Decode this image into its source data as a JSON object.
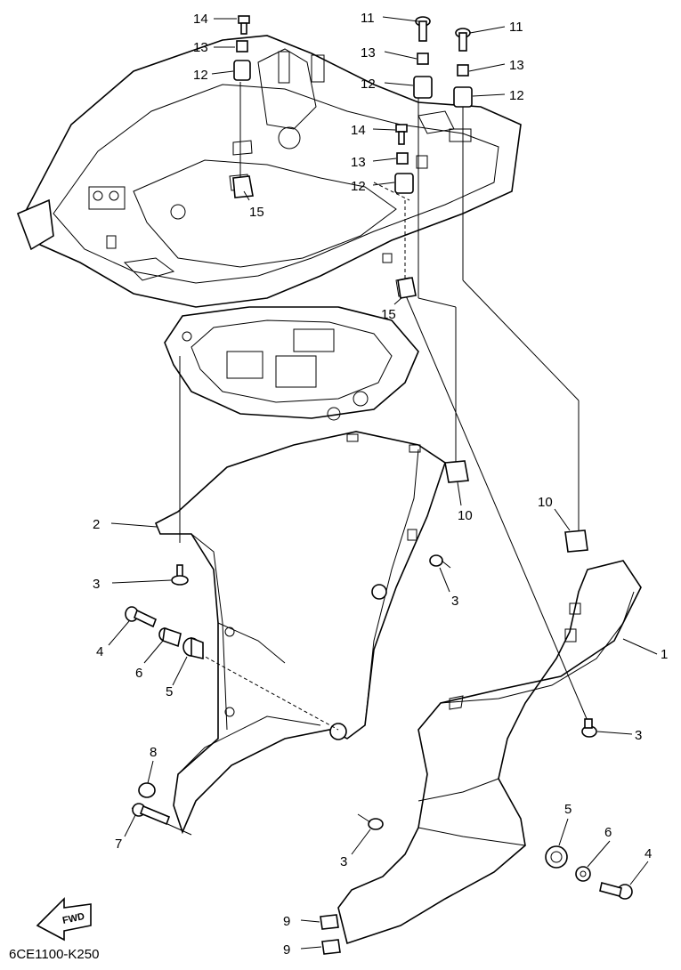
{
  "drawing_code": "6CE1100-K250",
  "direction_label": "FWD",
  "callouts": {
    "c14a": "14",
    "c13a": "13",
    "c12a": "12",
    "c15a": "15",
    "c11a": "11",
    "c13b": "13",
    "c12b": "12",
    "c11b": "11",
    "c13c": "13",
    "c12c": "12",
    "c14b": "14",
    "c13d": "13",
    "c12d": "12",
    "c15b": "15",
    "c10a": "10",
    "c10b": "10",
    "c2": "2",
    "c3a": "3",
    "c3b": "3",
    "c1": "1",
    "c4a": "4",
    "c6a": "6",
    "c5a": "5",
    "c3c": "3",
    "c8": "8",
    "c7": "7",
    "c3d": "3",
    "c5b": "5",
    "c6b": "6",
    "c4b": "4",
    "c9a": "9",
    "c9b": "9"
  }
}
